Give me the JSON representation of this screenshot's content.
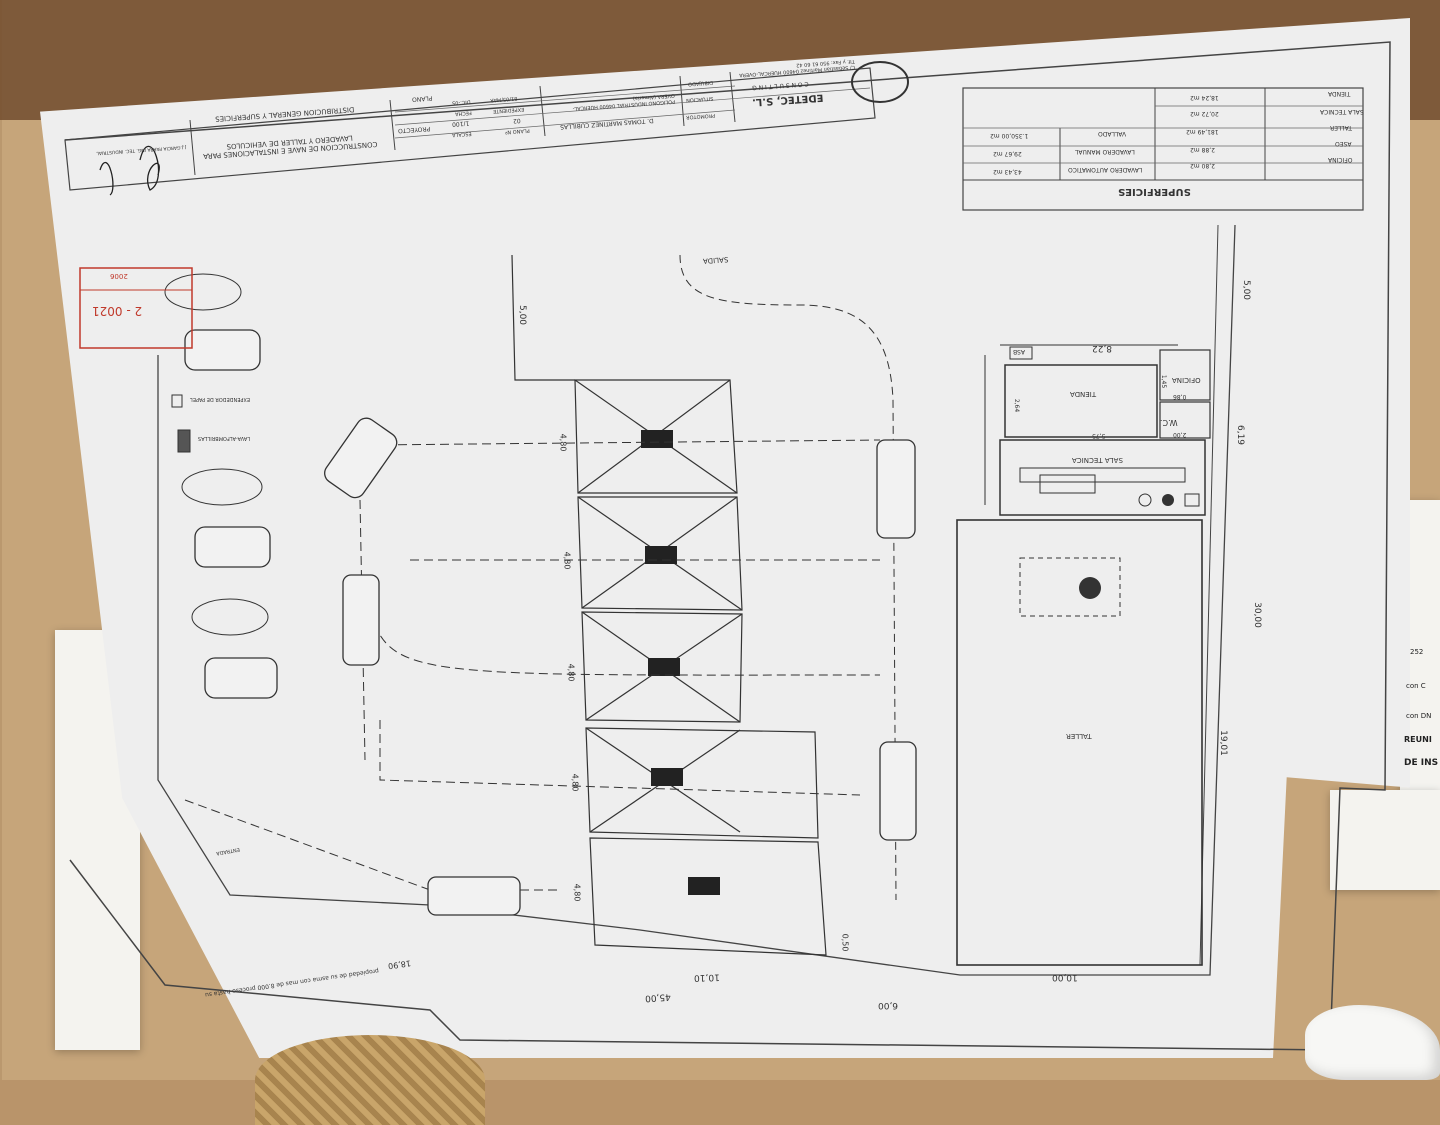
{
  "title_block": {
    "company": "EDETEC, S.L.",
    "company_sub": "C O N S U L T I N G",
    "address": "C/ Sebastian Martinez 04600 HUERCAL-OVERA Tlf. y Fax: 950 61 60 42",
    "project_label": "PROYECTO",
    "project": "CONSTRUCCION DE NAVE E INSTALACIONES PARA LAVADERO Y TALLER DE VEHICULOS",
    "plan_label": "PLANO",
    "plan_title": "DISTRIBUCION GENERAL Y SUPERFICIES",
    "promoter_label": "PROMOTOR",
    "promoter": "D. TOMAS MARTINEZ CUBILLAS",
    "situation_label": "SITUACION",
    "situation": "POLIGONO INDUSTRIAL 04600 HUERCAL-OVERA (Almeria)",
    "drawn_label": "DIBUJADO",
    "plano_no_label": "PLANO Nº",
    "plano_no": "02",
    "scale_label": "ESCALA",
    "scale": "1/100",
    "expediente_label": "EXPEDIENTE",
    "expediente": "81/05/MAR",
    "date_label": "FECHA",
    "date": "DIC.-05",
    "signer": "J.J.GARCIA PARRA ING. TEC. INDUSTRIAL"
  },
  "superficies": {
    "title": "SUPERFICIES",
    "rows": [
      [
        "TIENDA",
        "18,24 m2",
        "",
        ""
      ],
      [
        "SALA TECNICA",
        "20,72 m2",
        "",
        ""
      ],
      [
        "TALLER",
        "181,49 m2",
        "VALLADO",
        "1.350,00 m2"
      ],
      [
        "ASEO",
        "2,88 m2",
        "LAVADERO MANUAL",
        "29,67 m2"
      ],
      [
        "OFICINA",
        "2,80 m2",
        "LAVADERO AUTOMATICO",
        "43,43 m2"
      ]
    ]
  },
  "rooms": {
    "tienda": "TIENDA",
    "oficina": "OFICINA",
    "wc": "W.C.",
    "sala_tecnica": "SALA TECNICA",
    "taller": "TALLER",
    "salida": "SALIDA",
    "expendedor": "EXPENDEDOR DE PAPEL",
    "lava_alfombrillas": "LAVA-ALFOMBRILLAS",
    "entrada": "ENTRADA"
  },
  "dimensions": {
    "d_500_top": "5,00",
    "d_500_left": "5,00",
    "d_822": "8,22",
    "d_619": "6,19",
    "d_3000": "30,00",
    "d_1901": "19,01",
    "d_1000": "10,00",
    "d_600": "6,00",
    "d_4500": "45,00",
    "d_1010": "10,10",
    "d_050": "0,50",
    "d_1890": "18,90",
    "d_480": "4,80",
    "d_145": "1,45",
    "d_264": "2,64",
    "d_575": "5,75",
    "d_086": "0,86",
    "d_200": "2,00",
    "asb": "ASB"
  },
  "stamp": {
    "number": "2 - 0021",
    "year": "2006"
  },
  "under_sheet": {
    "right_edge_text": [
      "DE INS",
      "REUNI",
      "con DN",
      "con C",
      "252"
    ],
    "bottom_text": "propiedad de su asma con mas de 8.000 proceso hasta su"
  }
}
